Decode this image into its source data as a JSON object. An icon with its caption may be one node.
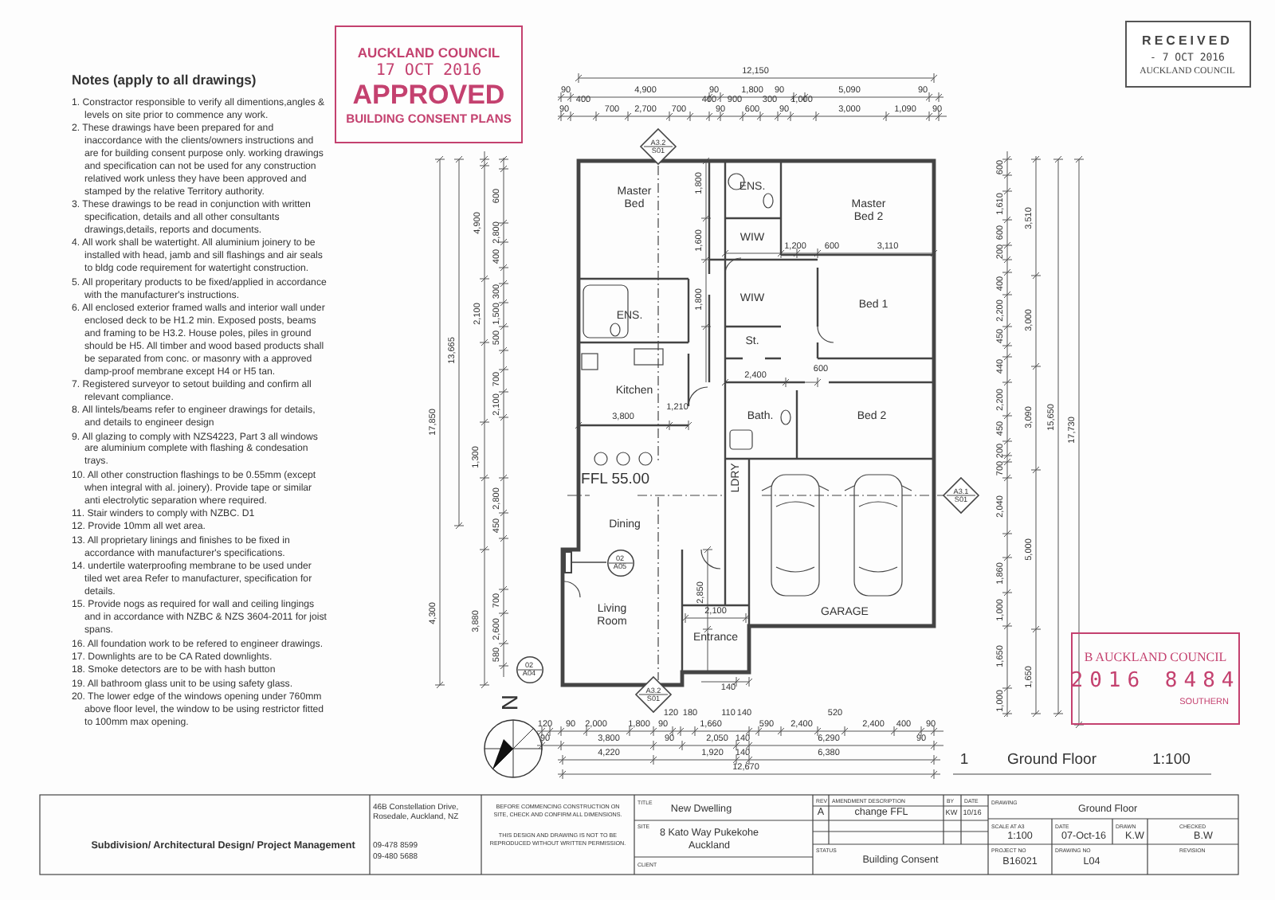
{
  "diagram": {
    "nodes": [
      {
        "text": [
          "AUCKLAND COUNCIL",
          "17 OCT 2016",
          "APPROVED",
          "BUILDING CONSENT PLANS"
        ]
      },
      {
        "text": [
          "RECEIVED",
          "- 7 OCT 2016",
          "AUCKLAND COUNCIL"
        ]
      },
      {
        "text": [
          "B AUCKLAND COUNCIL",
          "2016 8484",
          "SOUTHERN"
        ]
      },
      {
        "text": [
          "A3.2",
          "S01"
        ]
      },
      {
        "text": [
          "A3.1",
          "S01"
        ]
      },
      {
        "text": [
          "A3.2",
          "S01"
        ]
      },
      {
        "text": [
          "02",
          "A05"
        ]
      },
      {
        "text": [
          "02",
          "A04"
        ]
      },
      {
        "text": [],
        "shape": "box"
      }
    ],
    "edges": [
      {
        "from": 6,
        "to": 8,
        "arrow": "none"
      }
    ],
    "labels": [
      "Notes (apply to all drawings)",
      "1. Constractor responsible to verify all dimentions,angles & levels on site prior to commence any work.",
      "2. These drawings have been prepared for and inaccordance with the clients/owners instructions and are for building consent purpose only. working drawings and specification can not be used for any construction relatived work unless they have been approved and stamped by the relative Territory authority.",
      "3. These drawings to be read in conjunction with written specification, details and all other consultants drawings,details, reports and documents.",
      "4. All work shall be watertight. All aluminium joinery to be installed with head, jamb and sill flashings and air seals to bldg code requirement for watertight construction.",
      "5. All properitary products to be fixed/applied in accordance with the manufacturer's instructions.",
      "6. All enclosed exterior framed walls and interior wall under enclosed deck to be H1.2 min. Exposed posts, beams and framing to be H3.2. House poles, piles in ground should be H5. All timber and wood based products shall be separated from conc. or masonry with a approved damp-proof membrane except H4 or H5 tan.",
      "7. Registered surveyor to setout building and confirm all relevant compliance.",
      "8. All lintels/beams refer to engineer drawings for details, and details to engineer design",
      "9. All glazing to comply with NZS4223, Part 3 all windows are aluminium complete with flashing & condesation trays.",
      "10. All other construction flashings to be 0.55mm (except when integral with al. joinery). Provide tape or similar anti electrolytic separation where required.",
      "11. Stair winders to comply with NZBC. D1",
      "12. Provide 10mm all wet area.",
      "13. All proprietary linings and finishes to be fixed in accordance with manufacturer's specifications.",
      "14. undertile waterproofing membrane to be used under tiled wet area Refer to manufacturer, specification for details.",
      "15. Provide nogs as required for wall and ceiling lingings and in accordance with NZBC & NZS 3604-2011 for joist spans.",
      "16. All foundation work to be refered to engineer drawings.",
      "17. Downlights are to be CA Rated downlights.",
      "18. Smoke detectors are to be with hash button",
      "19. All bathroom glass unit to be using safety glass.",
      "20. The lower edge of the windows opening under 760mm above floor level, the window to be using restrictor fitted to 100mm max opening.",
      "12,150",
      "90",
      "4,900",
      "90",
      "1,800",
      "90",
      "5,090",
      "90",
      "90",
      "400",
      "700",
      "2,700",
      "700",
      "400",
      "90",
      "900",
      "600",
      "300",
      "90",
      "1,000",
      "3,000",
      "1,090",
      "90",
      "17,850",
      "13,665",
      "4,900",
      "2,100",
      "1,300",
      "4,300",
      "3,880",
      "600",
      "2,800",
      "400",
      "300",
      "1,500",
      "500",
      "700",
      "2,100",
      "2,800",
      "450",
      "700",
      "2,600",
      "580",
      "1,800",
      "1,600",
      "1,800",
      "1,200",
      "600",
      "3,110",
      "2,400",
      "600",
      "3,800",
      "1,210",
      "2,850",
      "2,100",
      "140",
      "Master Bed",
      "ENS.",
      "Master Bed 2",
      "WIW",
      "WIW",
      "Bed 1",
      "ENS.",
      "St.",
      "Kitchen",
      "Bath.",
      "Bed 2",
      "FFL 55.00",
      "LDRY",
      "Dining",
      "GARAGE",
      "Living Room",
      "Entrance",
      "600",
      "1,610",
      "600",
      "200",
      "400",
      "2,200",
      "450",
      "440",
      "2,200",
      "450",
      "200",
      "700",
      "2,040",
      "1,860",
      "1,000",
      "1,650",
      "1,000",
      "3,510",
      "3,000",
      "3,090",
      "5,000",
      "1,650",
      "15,650",
      "17,730",
      "120",
      "90",
      "2,000",
      "1,800",
      "90",
      "120",
      "180",
      "1,660",
      "110",
      "140",
      "590",
      "2,400",
      "520",
      "2,400",
      "400",
      "90",
      "90",
      "3,800",
      "90",
      "2,050",
      "140",
      "6,290",
      "90",
      "4,220",
      "1,920",
      "140",
      "6,380",
      "12,670",
      "N",
      "1",
      "Ground Floor",
      "1:100",
      "Subdivision/ Architectural Design/ Project Management",
      "46B Constellation Drive, Rosedale, Auckland, NZ",
      "09-478 8599",
      "09-480 5688",
      "BEFORE COMMENCING CONSTRUCTION ON SITE, CHECK AND CONFIRM ALL DIMENSIONS.",
      "THIS DESIGN AND DRAWING IS NOT TO BE REPRODUCED WITHOUT WRITTEN PERMISSION.",
      "TITLE",
      "New Dwelling",
      "SITE",
      "8 Kato Way Pukekohe Auckland",
      "CLIENT",
      "REV",
      "AMENDMENT DESCRIPTION",
      "BY",
      "DATE",
      "A",
      "change FFL",
      "KW",
      "10/16",
      "STATUS",
      "Building Consent",
      "DRAWING",
      "Ground Floor",
      "SCALE AT A3",
      "DATE",
      "DRAWN",
      "CHECKED",
      "1:100",
      "07-Oct-16",
      "K.W",
      "B.W",
      "PROJECT NO",
      "DRAWING NO",
      "REVISION",
      "B16021",
      "L04"
    ]
  }
}
